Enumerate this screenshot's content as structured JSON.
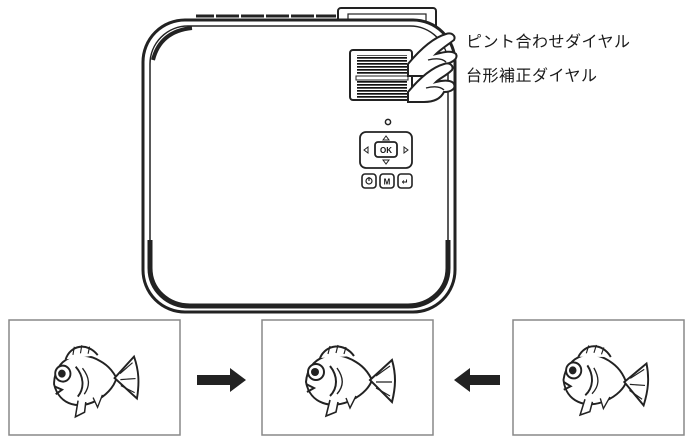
{
  "labels": {
    "focus_dial": "ピント合わせダイヤル",
    "keystone_dial": "台形補正ダイヤル"
  },
  "remote_buttons": {
    "ok": "OK",
    "menu": "M",
    "back": "↵",
    "power": "⏻"
  },
  "sequence": {
    "left_arrow_direction": "right",
    "right_arrow_direction": "left"
  }
}
